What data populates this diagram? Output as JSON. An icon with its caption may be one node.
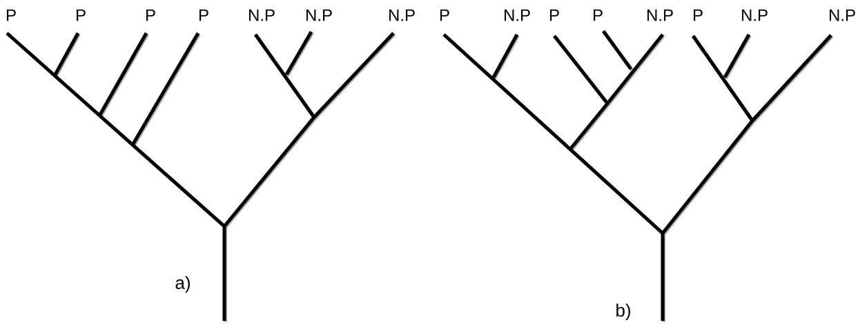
{
  "diagram": {
    "labels": [
      "P",
      "P",
      "P",
      "P",
      "N.P",
      "N.P",
      "N.P",
      "P",
      "N.P",
      "P",
      "P",
      "N.P",
      "P",
      "N.P",
      "N.P",
      "a)",
      "b)"
    ]
  }
}
